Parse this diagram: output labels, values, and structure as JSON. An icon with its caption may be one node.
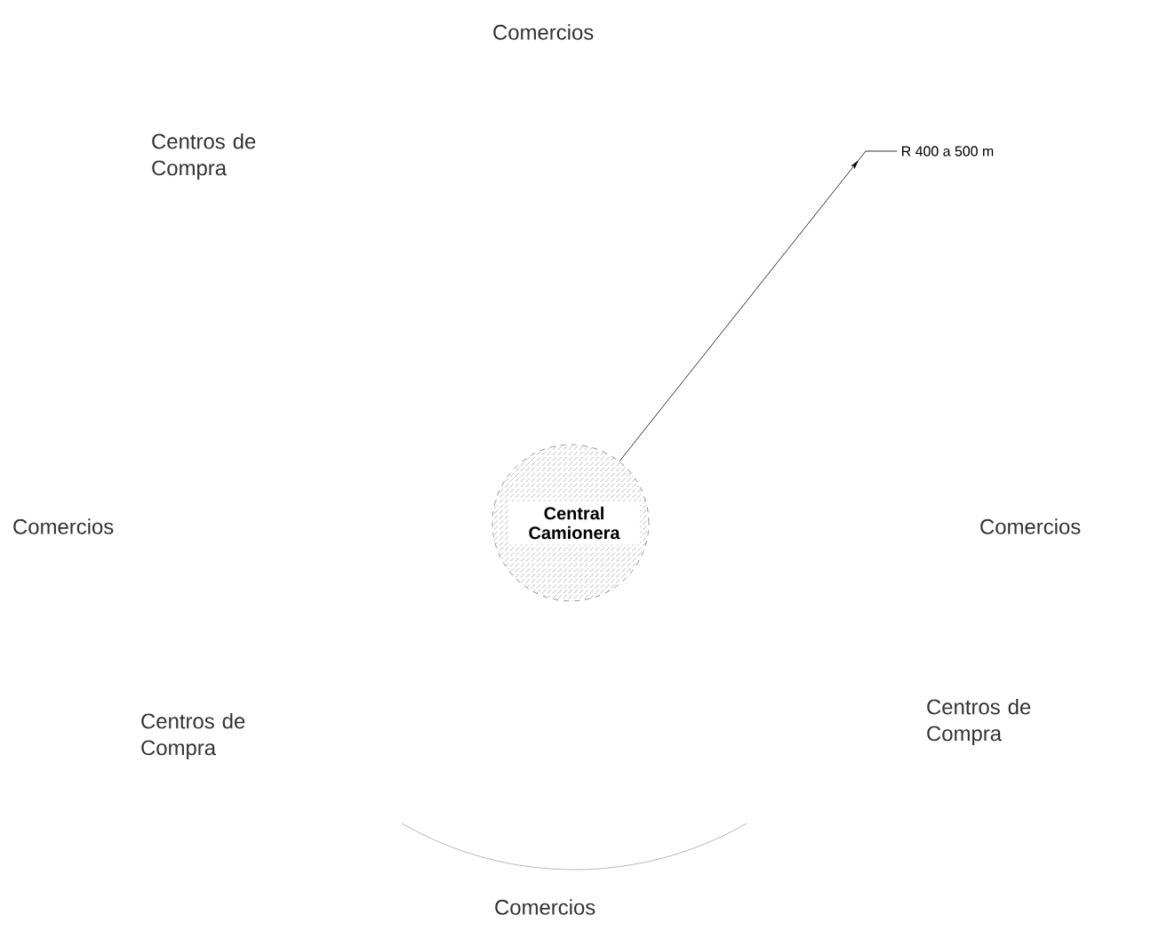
{
  "diagram": {
    "nodes": [
      {
        "text": [
          "R 400 a 500 m"
        ]
      },
      {
        "text": [
          "Central Camionera"
        ]
      }
    ],
    "edges": [
      {
        "from": 1,
        "to": 0,
        "arrow": "to"
      }
    ],
    "labels": [
      "Comercios",
      "Centros de Compra",
      "Comercios",
      "Comercios",
      "Centros de Compra",
      "Centros de Compra",
      "Comercios"
    ]
  }
}
